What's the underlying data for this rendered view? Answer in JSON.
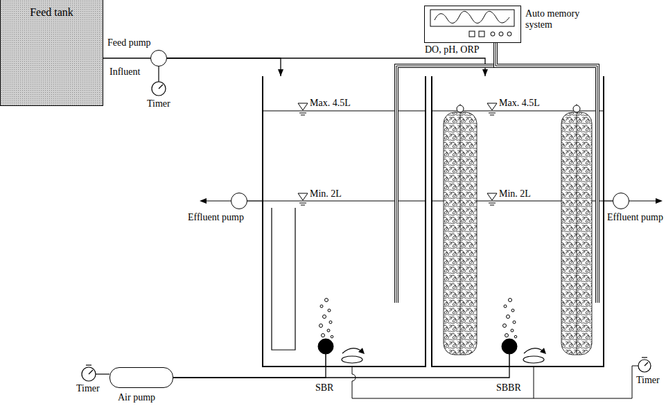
{
  "diagram": {
    "nodes": [
      {
        "text": [
          "Feed tank"
        ]
      },
      {
        "text": [
          "Feed pump"
        ]
      },
      {
        "text": [
          "Auto memory system"
        ]
      },
      {
        "text": [
          "Effluent pump"
        ]
      },
      {
        "text": [
          "SBR"
        ]
      },
      {
        "text": [
          "SBBR"
        ]
      },
      {
        "text": [
          "Effluent pump"
        ]
      },
      {
        "text": [
          "Air pump"
        ]
      }
    ],
    "edges": [
      {
        "from": 0,
        "to": 1,
        "arrow": "none"
      },
      {
        "from": 1,
        "to": 4,
        "arrow": "to"
      },
      {
        "from": 1,
        "to": 5,
        "arrow": "to"
      },
      {
        "from": 2,
        "to": 4,
        "arrow": "none"
      },
      {
        "from": 2,
        "to": 5,
        "arrow": "none"
      },
      {
        "from": 4,
        "to": 3,
        "arrow": "none"
      },
      {
        "from": 5,
        "to": 6,
        "arrow": "none"
      },
      {
        "from": 7,
        "to": 4,
        "arrow": "none"
      },
      {
        "from": 7,
        "to": 5,
        "arrow": "none"
      }
    ],
    "labels": [
      "Influent",
      "Timer",
      "DO, pH, ORP",
      "Max. 4.5L",
      "Max. 4.5L",
      "Min. 2L",
      "Min. 2L",
      "Timer",
      "Timer"
    ]
  }
}
